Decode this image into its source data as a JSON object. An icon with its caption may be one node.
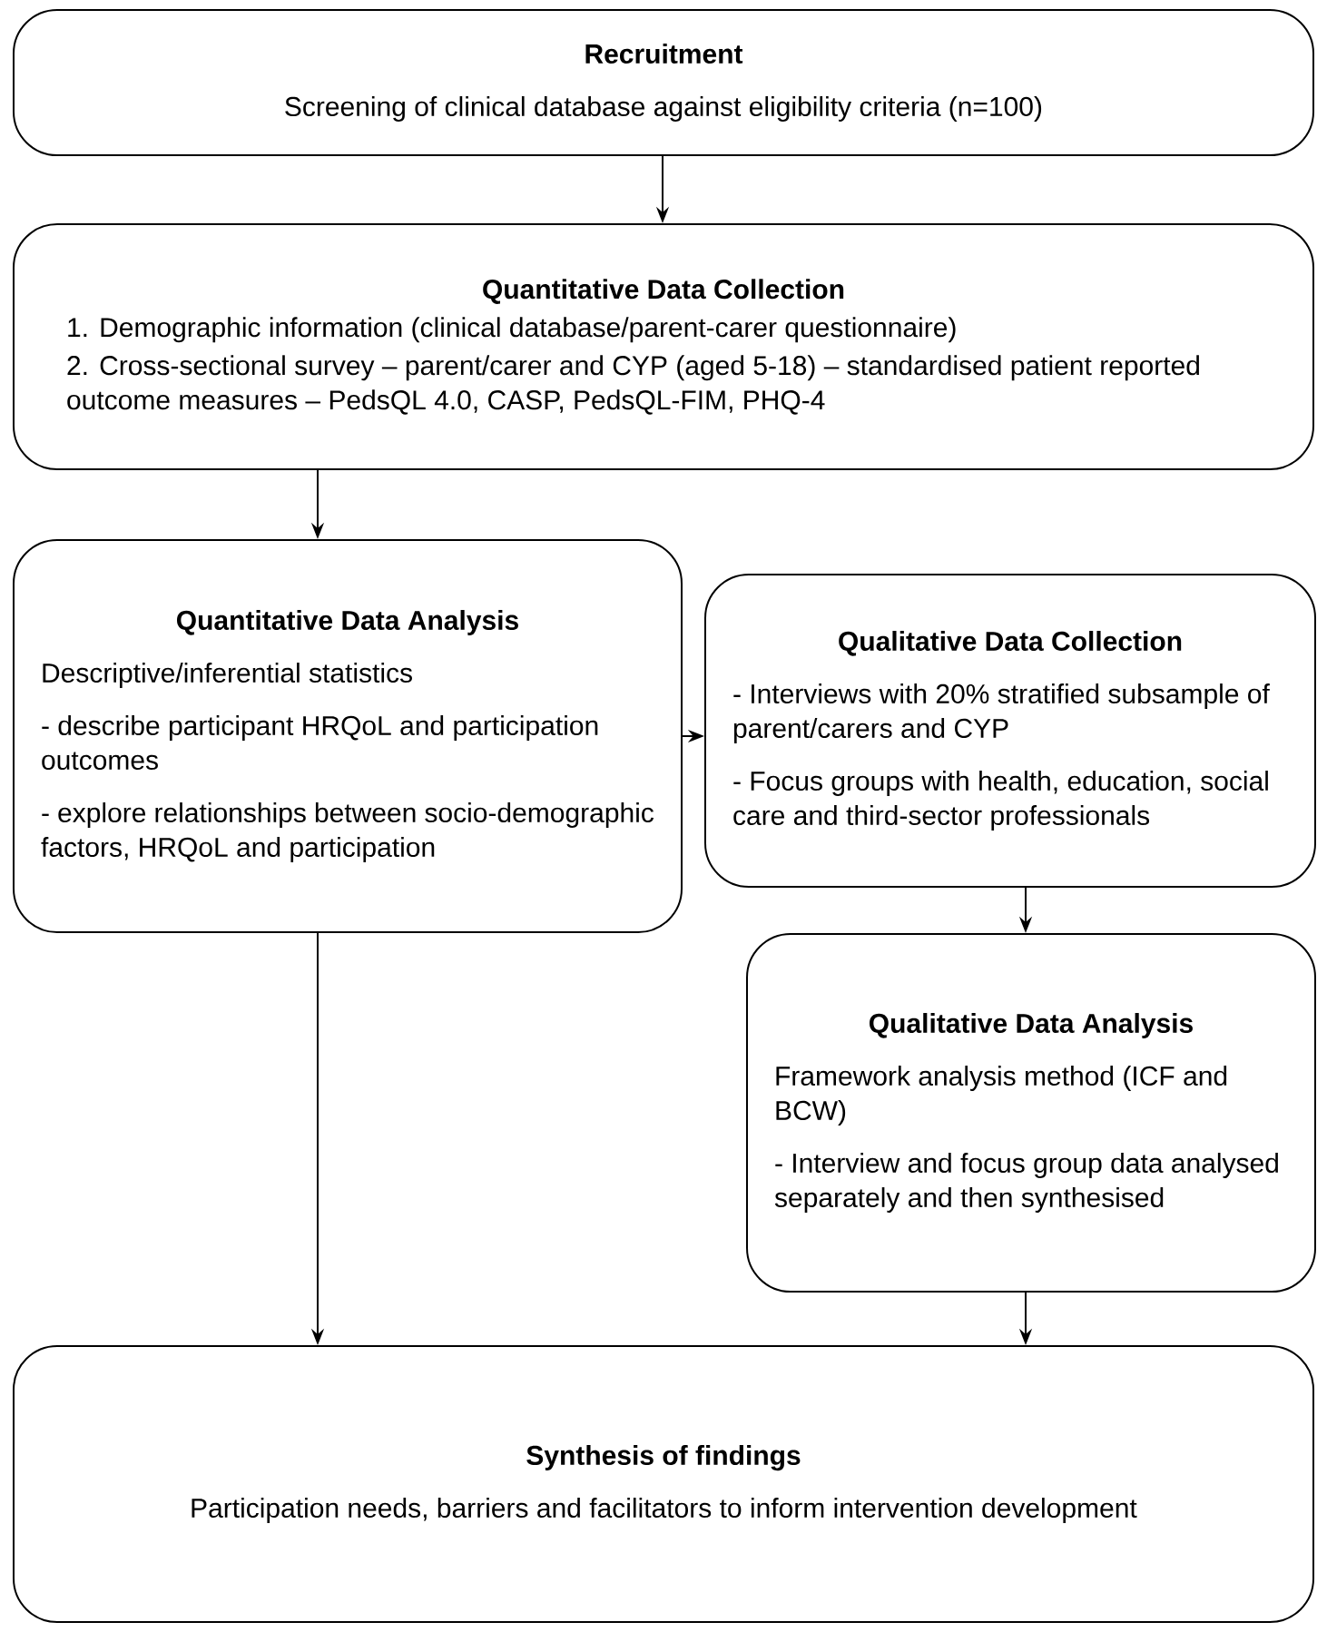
{
  "diagram": {
    "nodes": [
      {
        "text": [
          "Recruitment",
          "Screening of clinical database against eligibility criteria (n=100)"
        ]
      },
      {
        "text": [
          "Quantitative Data Collection",
          "1. Demographic information (clinical database/parent-carer questionnaire)",
          "2. Cross-sectional survey – parent/carer and CYP (aged 5-18) – standardised patient reported outcome measures – PedsQL 4.0, CASP, PedsQL-FIM, PHQ-4"
        ]
      },
      {
        "text": [
          "Quantitative Data Analysis",
          "Descriptive/inferential statistics",
          "- describe participant HRQoL and participation outcomes",
          "- explore relationships between socio-demographic factors, HRQoL and participation"
        ]
      },
      {
        "text": [
          "Qualitative Data Collection",
          "- Interviews with 20% stratified subsample of parent/carers and CYP",
          "- Focus groups with health, education, social care and third-sector professionals"
        ]
      },
      {
        "text": [
          "Qualitative Data Analysis",
          "Framework analysis method (ICF and BCW)",
          "- Interview and focus group data analysed separately and then synthesised"
        ]
      },
      {
        "text": [
          "Synthesis of findings",
          "Participation needs, barriers and facilitators to inform intervention development"
        ]
      }
    ],
    "edges": [
      {
        "from": 0,
        "to": 1,
        "arrow": "to"
      },
      {
        "from": 1,
        "to": 2,
        "arrow": "to"
      },
      {
        "from": 2,
        "to": 3,
        "arrow": "to"
      },
      {
        "from": 3,
        "to": 4,
        "arrow": "to"
      },
      {
        "from": 2,
        "to": 5,
        "arrow": "to"
      },
      {
        "from": 4,
        "to": 5,
        "arrow": "to"
      }
    ]
  }
}
